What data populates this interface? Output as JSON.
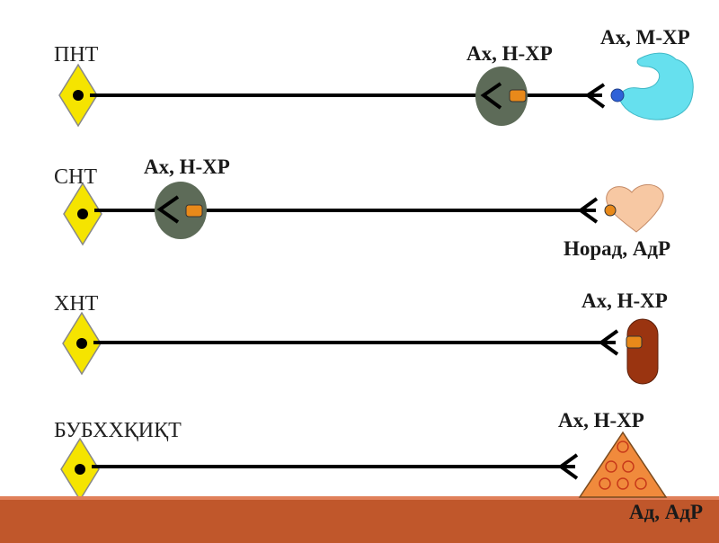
{
  "rows": [
    {
      "name": "ПНТ",
      "ganglion_label": "Ах, Н-ХР",
      "effector_label": "Ах, М-ХР"
    },
    {
      "name": "СНТ",
      "ganglion_label": "Ах, Н-ХР",
      "effector_label": "Норад, АдР"
    },
    {
      "name": "ХНТ",
      "effector_label": "Ах, Н-ХР"
    },
    {
      "name": "БУБХХҚИҚТ",
      "effector_label": "Ах, Н-ХР",
      "extra_label": "Ад, АдР"
    }
  ],
  "colors": {
    "neuron_body": "#f5e400",
    "ganglion": "#5d6b58",
    "receptor": "#e8891a",
    "stomach": "#66e0ee",
    "heart": "#f7c8a3",
    "muscle": "#9a3410",
    "gland": "#f08a3c",
    "footer": "#c0572b"
  },
  "icons": {
    "row1_effector": "stomach-icon",
    "row2_effector": "heart-icon",
    "row3_effector": "skeletal-muscle-icon",
    "row4_effector": "adrenal-gland-icon"
  }
}
